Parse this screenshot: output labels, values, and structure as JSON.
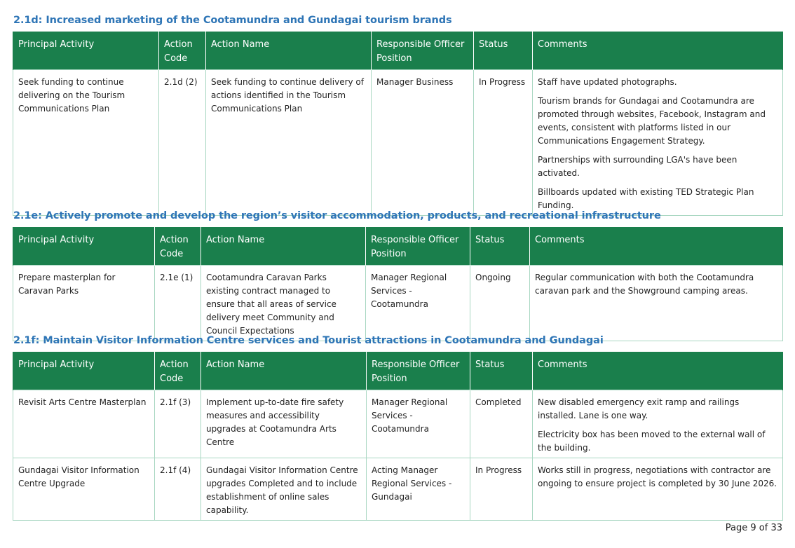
{
  "columns": [
    "Principal Activity",
    "Action Code",
    "Action Name",
    "Responsible Officer Position",
    "Status",
    "Comments"
  ],
  "sections": [
    {
      "heading": "2.1d: Increased marketing of the Cootamundra and Gundagai tourism brands",
      "rows": [
        {
          "activity": "Seek funding to continue delivering on the Tourism Communications Plan",
          "code": "2.1d (2)",
          "action": "Seek funding to continue delivery of actions identified in the Tourism Communications Plan",
          "officer": "Manager Business",
          "status": "In Progress",
          "comments": [
            "Staff have updated photographs.",
            "Tourism brands for Gundagai and Cootamundra are promoted through websites, Facebook, Instagram and events, consistent with platforms listed in our Communications Engagement Strategy.",
            "Partnerships with surrounding LGA's have been activated.",
            "Billboards updated with existing TED Strategic Plan Funding."
          ]
        }
      ]
    },
    {
      "heading": "2.1e: Actively promote and develop the region’s visitor accommodation, products, and recreational infrastructure",
      "rows": [
        {
          "activity": "Prepare masterplan for Caravan Parks",
          "code": "2.1e (1)",
          "action": "Cootamundra Caravan Parks existing contract managed to ensure that all areas of service delivery meet Community and Council Expectations",
          "officer": "Manager Regional Services - Cootamundra",
          "status": "Ongoing",
          "comments": [
            "Regular communication with both the Cootamundra caravan park and the Showground camping areas."
          ]
        }
      ]
    },
    {
      "heading": "2.1f: Maintain Visitor Information Centre services and Tourist attractions in Cootamundra and Gundagai",
      "rows": [
        {
          "activity": "Revisit Arts Centre Masterplan",
          "code": "2.1f (3)",
          "action": "Implement up-to-date fire safety measures and accessibility upgrades at Cootamundra Arts Centre",
          "officer": "Manager Regional Services - Cootamundra",
          "status": "Completed",
          "comments": [
            "New disabled emergency exit ramp and railings installed. Lane is one way.",
            "Electricity box has been moved to the external wall of the building."
          ]
        },
        {
          "activity": "Gundagai Visitor Information Centre Upgrade",
          "code": "2.1f (4)",
          "action": "Gundagai Visitor Information Centre upgrades Completed and to include establishment of online sales capability.",
          "officer": "Acting Manager Regional Services - Gundagai",
          "status": "In Progress",
          "comments": [
            "Works still in progress, negotiations with contractor are ongoing to ensure project is completed by 30 June 2026."
          ]
        }
      ]
    }
  ],
  "footer": "Page 9 of 33",
  "colors": {
    "heading": "#2e75b6",
    "header_bg": "#1a7f4c",
    "border": "#a9d7c2"
  }
}
